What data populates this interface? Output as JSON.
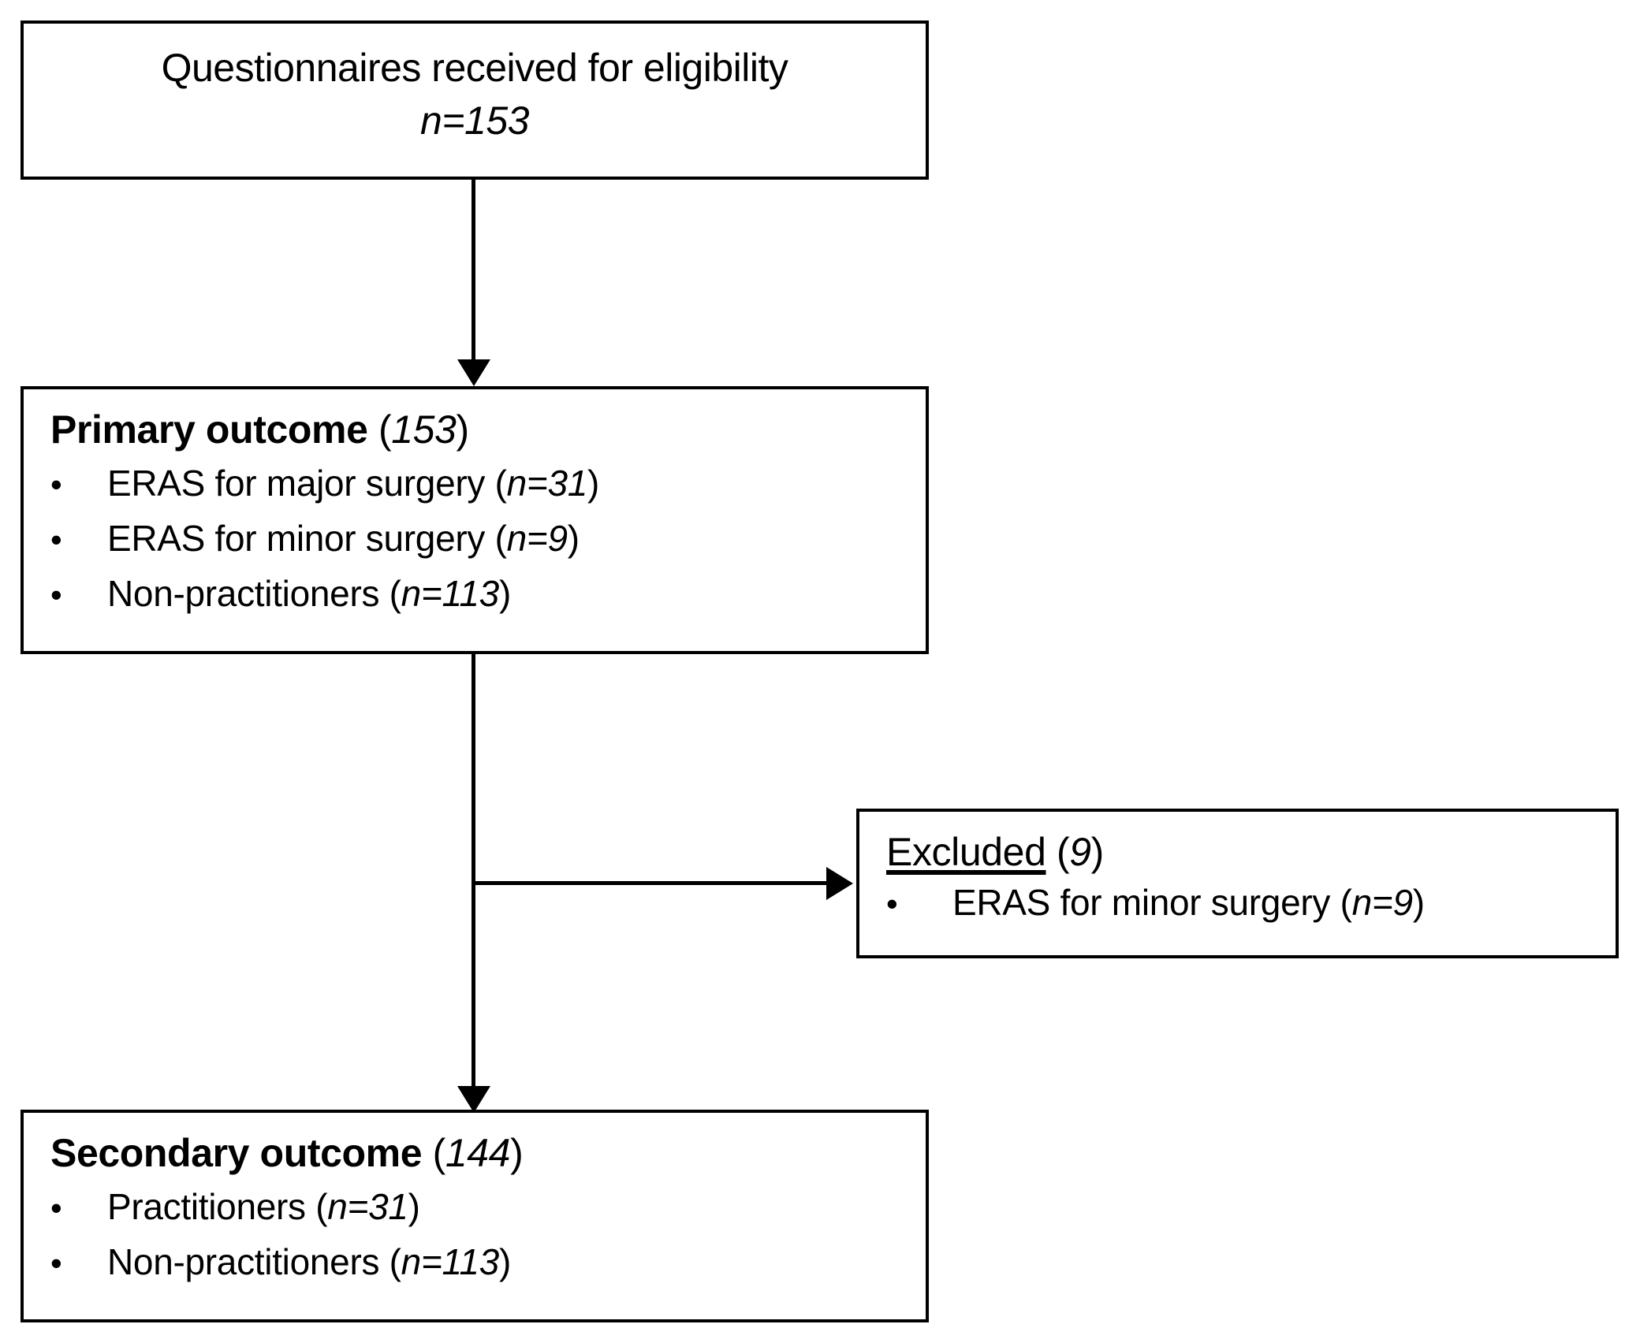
{
  "diagram": {
    "type": "flowchart",
    "title": "Study participant flow diagram",
    "nodes": {
      "eligibility": {
        "line1": "Questionnaires received for eligibility",
        "line2": "n=153"
      },
      "primary": {
        "heading_main": "Primary outcome",
        "heading_count": " (n=153)",
        "items": [
          {
            "bullet": "•",
            "label": "ERAS for major surgery (",
            "count": "n=31",
            "close": ")"
          },
          {
            "bullet": "•",
            "label": "ERAS for minor surgery (",
            "count": "n=9",
            "close": ")"
          },
          {
            "bullet": "•",
            "label": "Non-practitioners (",
            "count": "n=113",
            "close": ")"
          }
        ]
      },
      "excluded": {
        "heading_main": "Excluded",
        "heading_count": " (n=9)",
        "items": [
          {
            "bullet": "•",
            "label": "ERAS for minor surgery (",
            "count": "n=9",
            "close": ")"
          }
        ]
      },
      "secondary": {
        "heading_main": "Secondary outcome",
        "heading_count": " (n=144)",
        "items": [
          {
            "bullet": "•",
            "label": "Practitioners (",
            "count": "n=31",
            "close": ")"
          },
          {
            "bullet": "•",
            "label": "Non-practitioners (",
            "count": "n=113",
            "close": ")"
          }
        ]
      }
    },
    "colors": {
      "line": "#000000",
      "background": "#ffffff",
      "text": "#000000"
    },
    "counts": {
      "received": 153,
      "primary_total": 153,
      "eras_major": 31,
      "eras_minor": 9,
      "non_practitioners": 113,
      "excluded_total": 9,
      "secondary_total": 144,
      "practitioners": 31
    }
  }
}
